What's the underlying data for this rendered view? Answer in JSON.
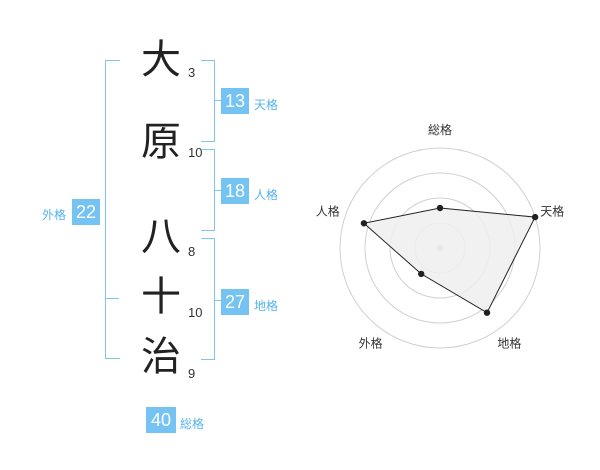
{
  "name": {
    "characters": [
      {
        "char": "大",
        "strokes": "3"
      },
      {
        "char": "原",
        "strokes": "10"
      },
      {
        "char": "八",
        "strokes": "8"
      },
      {
        "char": "十",
        "strokes": "10"
      },
      {
        "char": "治",
        "strokes": "9"
      }
    ]
  },
  "kaku": {
    "tenkaku": {
      "label": "天格",
      "value": "13"
    },
    "jinkaku": {
      "label": "人格",
      "value": "18"
    },
    "chikaku": {
      "label": "地格",
      "value": "27"
    },
    "gaikaku": {
      "label": "外格",
      "value": "22"
    },
    "soukaku": {
      "label": "総格",
      "value": "40"
    }
  },
  "colors": {
    "accent": "#74c3f2",
    "bracket": "#7ec6f0",
    "label": "#55b3ec",
    "text": "#222222"
  },
  "chart_data": {
    "type": "radar",
    "axes": [
      "総格",
      "天格",
      "地格",
      "外格",
      "人格"
    ],
    "values": [
      0.4,
      1.0,
      0.8,
      0.32,
      0.8
    ],
    "range": [
      0,
      1
    ],
    "rings": 4,
    "colors": {
      "ring": "#d0d0d0",
      "fill": "#eeeeee",
      "line": "#222222",
      "center": "#bbbbbb"
    }
  }
}
